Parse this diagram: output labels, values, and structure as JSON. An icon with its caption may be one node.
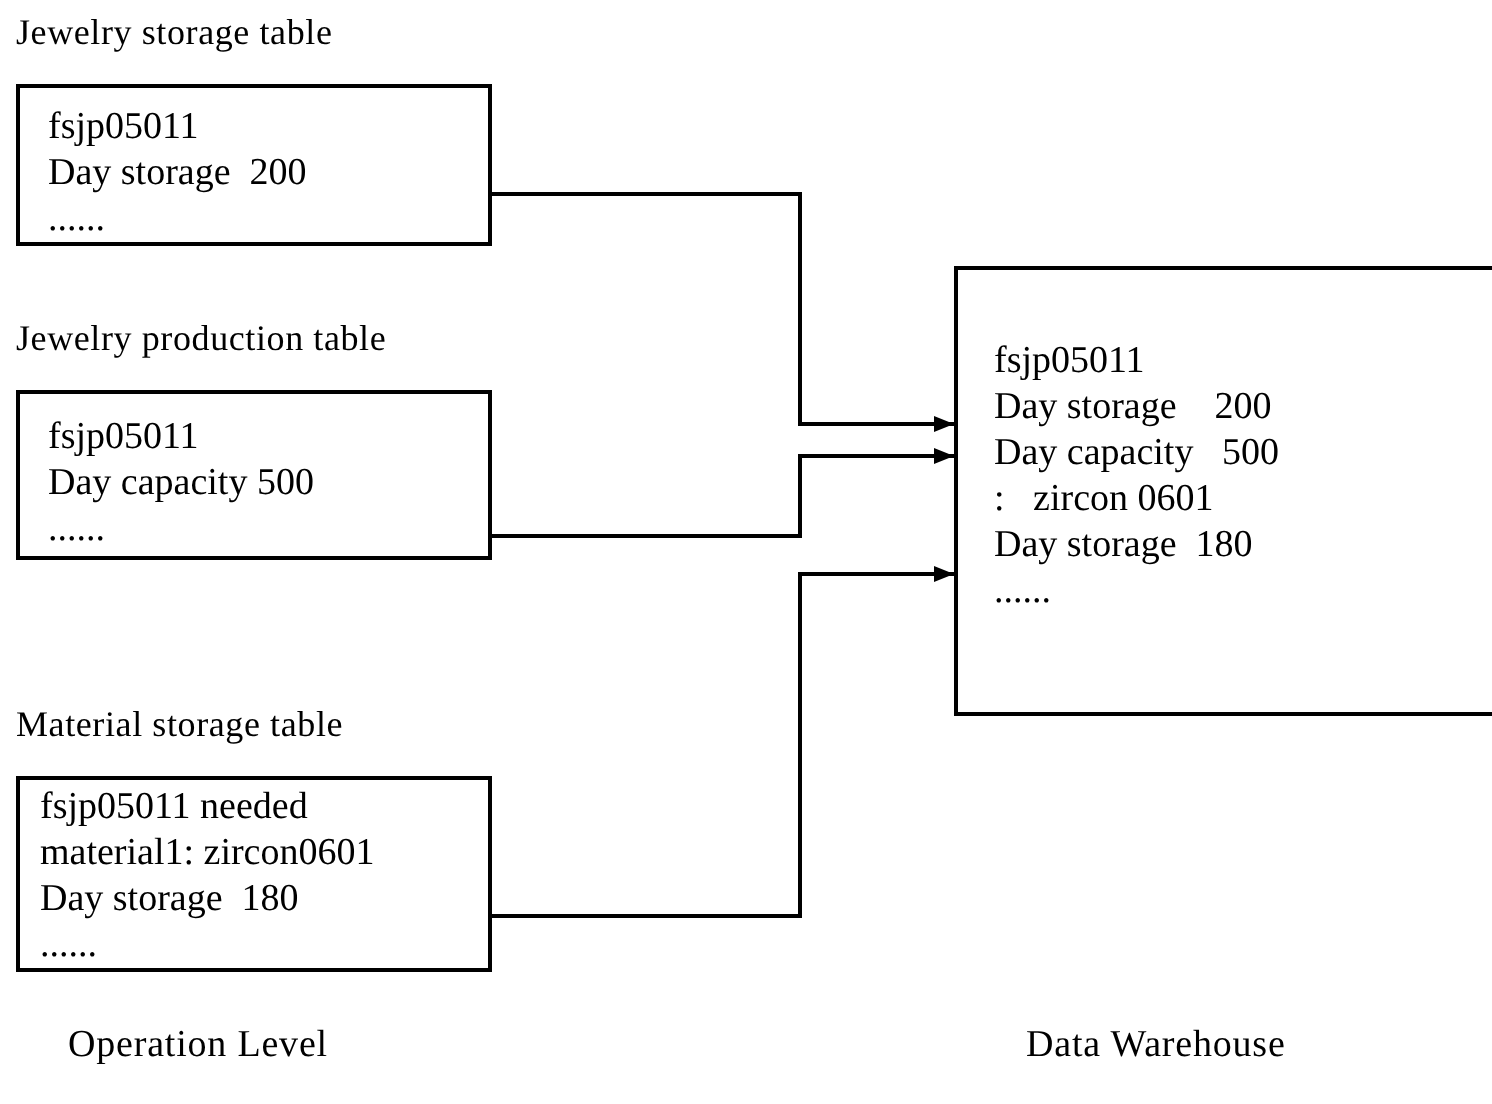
{
  "diagram": {
    "nodes": [
      {
        "text": [
          "Jewelry storage table",
          "fsjp05011",
          "Day storage  200",
          "......"
        ]
      },
      {
        "text": [
          "Jewelry production table",
          "fsjp05011",
          "Day capacity 500",
          "......"
        ]
      },
      {
        "text": [
          "Material storage table",
          "fsjp05011 needed",
          "material1: zircon0601",
          "Day storage  180",
          "......"
        ]
      },
      {
        "text": [
          "fsjp05011",
          "Day storage    200",
          "Day capacity   500",
          ":   zircon 0601",
          "Day storage  180",
          "......"
        ]
      }
    ],
    "edges": [
      {
        "from": 0,
        "to": 3,
        "arrow": "to"
      },
      {
        "from": 1,
        "to": 3,
        "arrow": "to"
      },
      {
        "from": 2,
        "to": 3,
        "arrow": "to"
      }
    ],
    "labels": [
      "Operation Level",
      "Data Warehouse"
    ]
  }
}
